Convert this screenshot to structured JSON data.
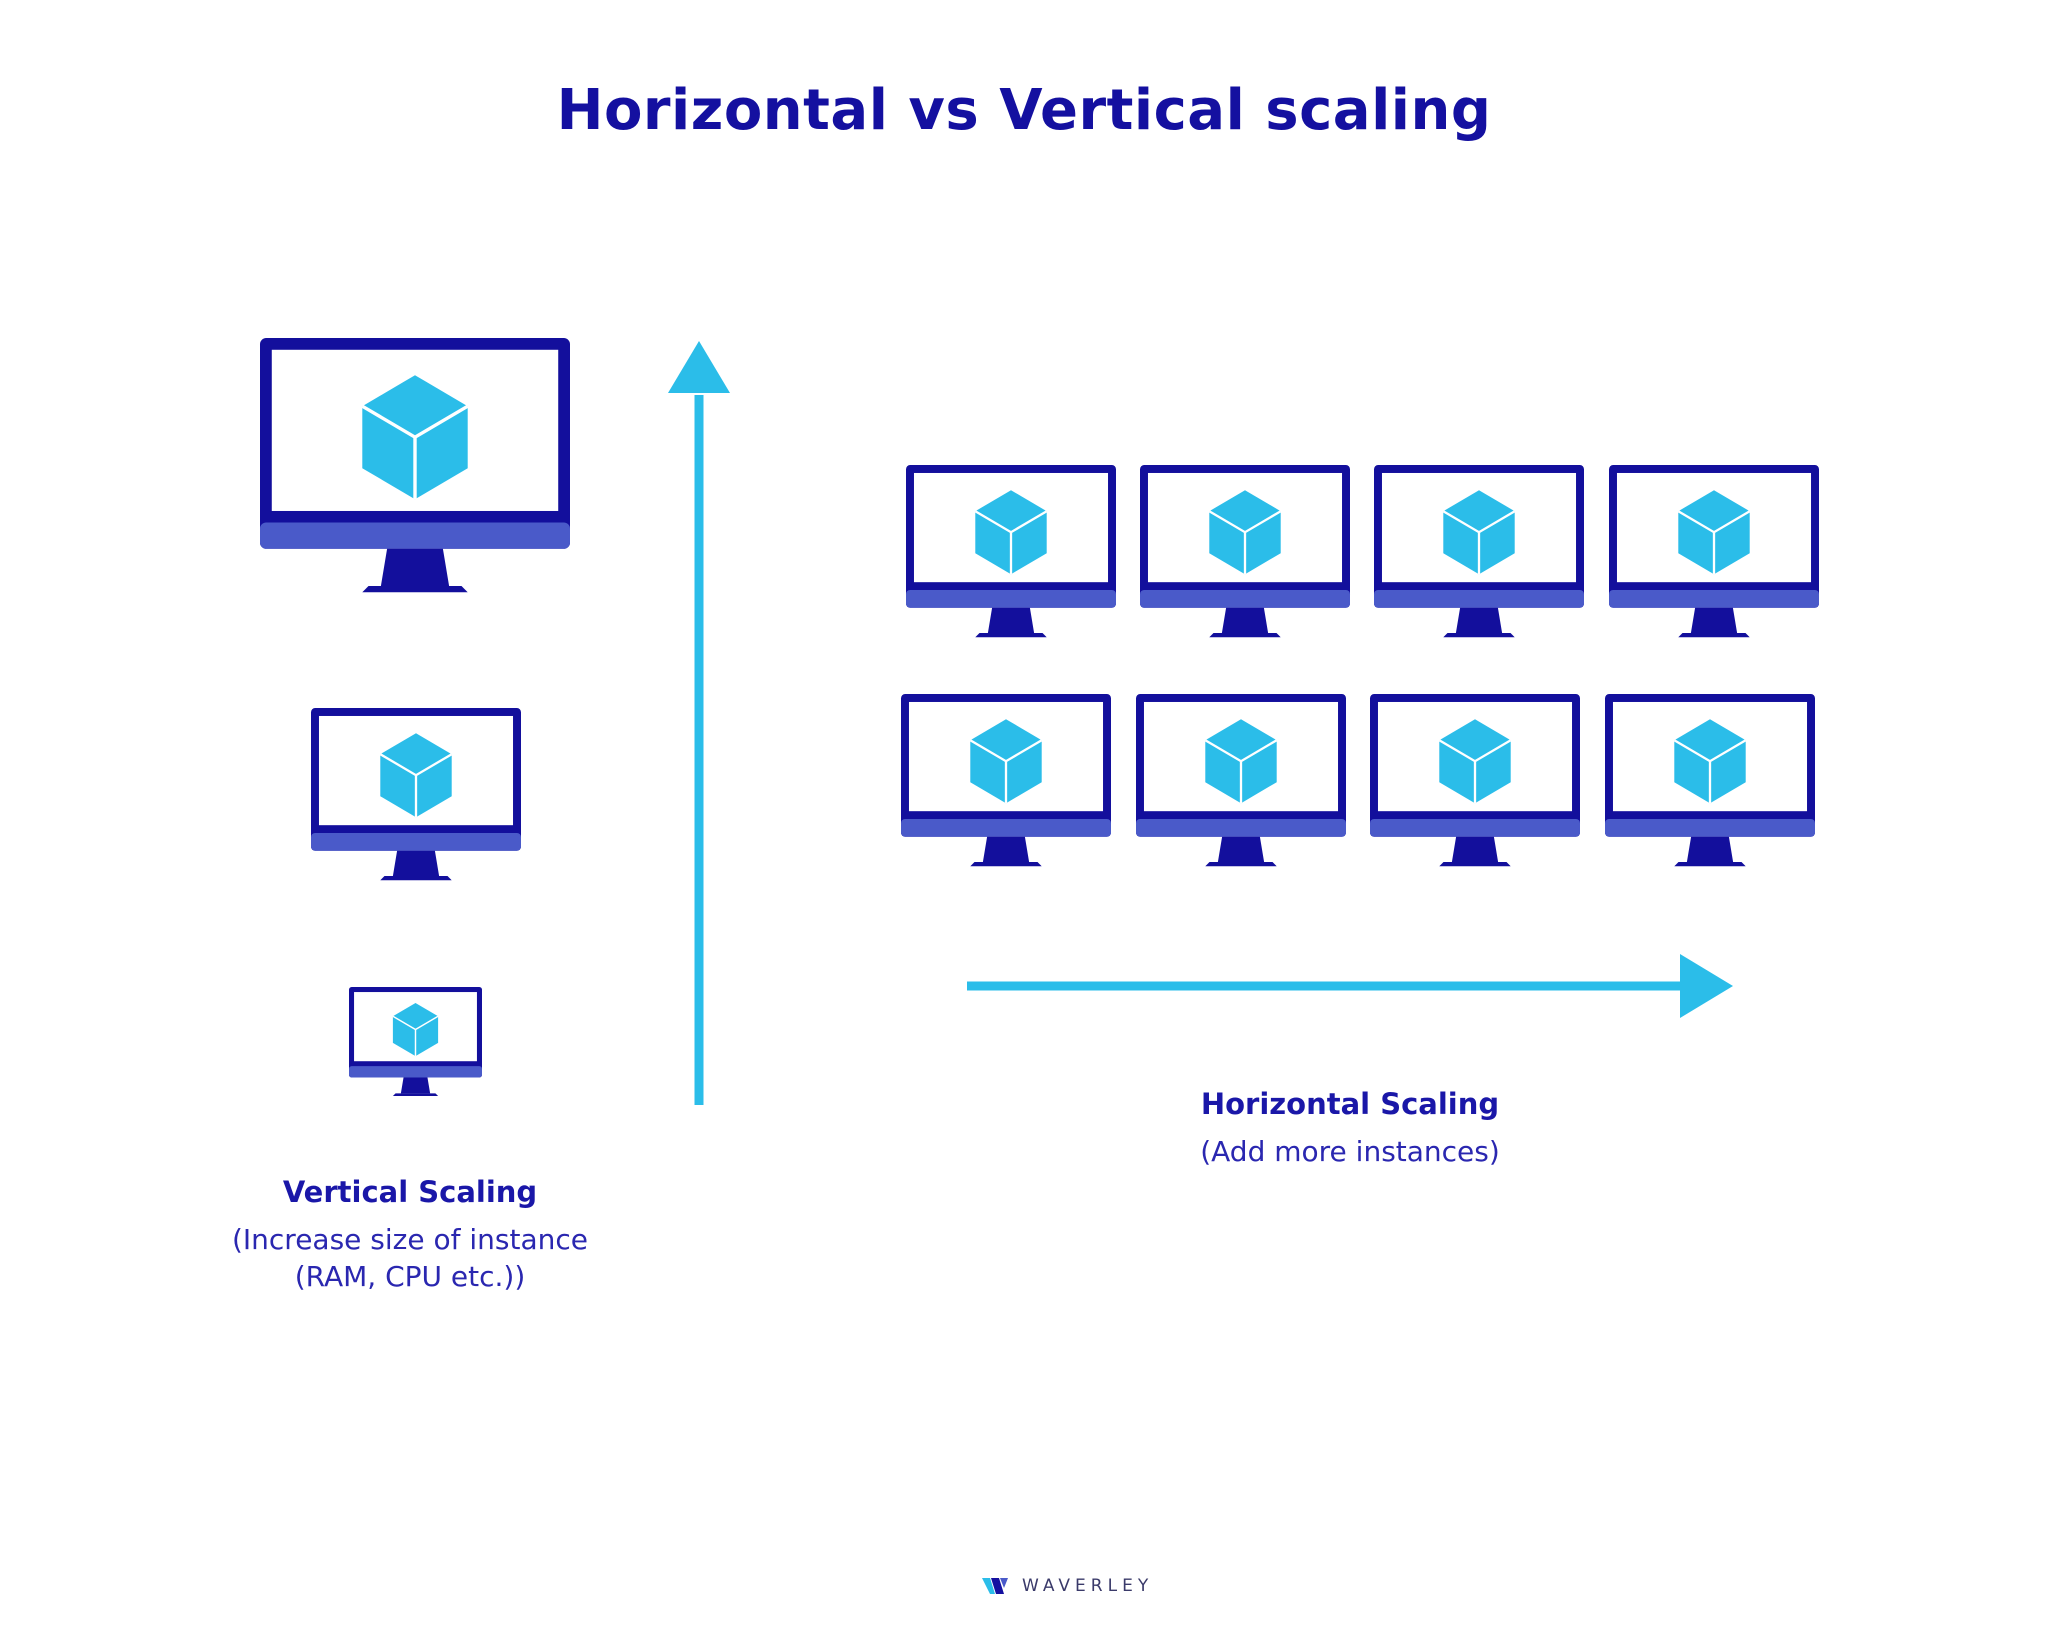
{
  "title": "Horizontal vs Vertical scaling",
  "vertical": {
    "label": "Vertical Scaling",
    "description_line1": "(Increase size of instance",
    "description_line2": "(RAM, CPU etc.))"
  },
  "horizontal": {
    "label": "Horizontal Scaling",
    "description": "(Add more instances)"
  },
  "brand": {
    "name": "WAVERLEY",
    "icon": "waverley-logo-icon"
  },
  "icons": {
    "server": "monitor-with-cube-icon",
    "arrow": "arrow-icon"
  },
  "colors": {
    "frame": "#130f9c",
    "bezel": "#4a5ac9",
    "cube": "#2bbde9",
    "arrow": "#2bbde9",
    "text": "#1410a0"
  }
}
